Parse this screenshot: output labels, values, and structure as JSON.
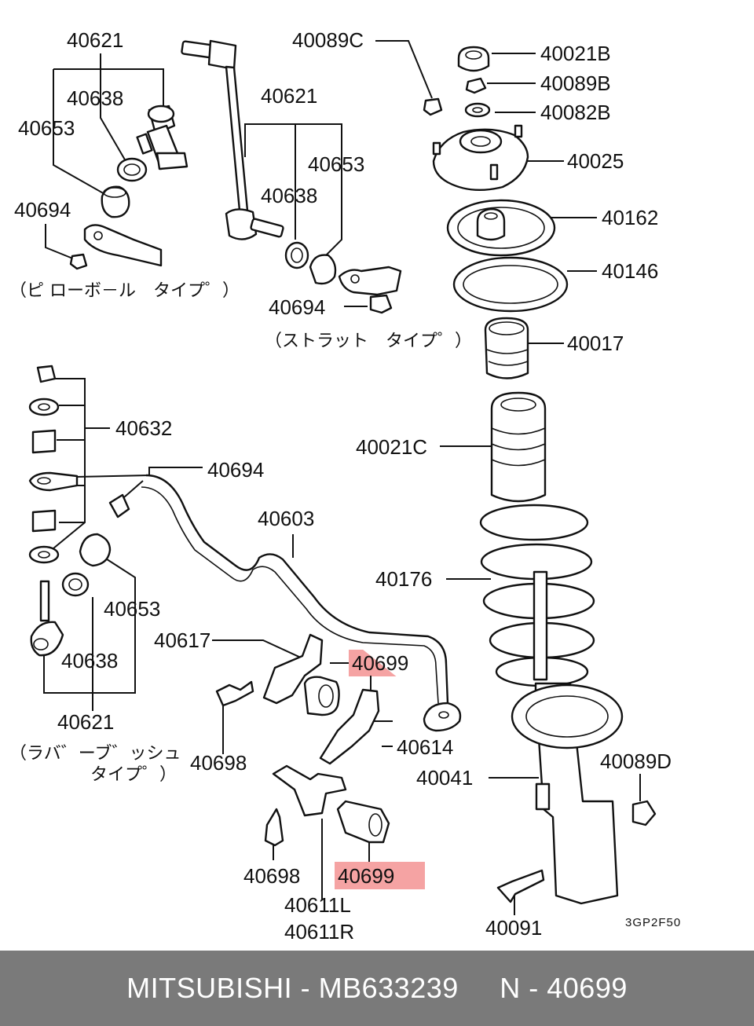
{
  "labels": {
    "l40621a": "40621",
    "l40638a": "40638",
    "l40653a": "40653",
    "l40694a": "40694",
    "l40621b": "40621",
    "l40653b": "40653",
    "l40638b": "40638",
    "l40694b": "40694",
    "l40089c": "40089C",
    "l40021b": "40021B",
    "l40089b": "40089B",
    "l40082b": "40082B",
    "l40025": "40025",
    "l40162": "40162",
    "l40146": "40146",
    "l40017": "40017",
    "l40021c": "40021C",
    "l40176": "40176",
    "l40041": "40041",
    "l40089d": "40089D",
    "l40091": "40091",
    "l40632": "40632",
    "l40694c": "40694",
    "l40603": "40603",
    "l40653c": "40653",
    "l40638c": "40638",
    "l40621c": "40621",
    "l40617": "40617",
    "l40699a": "40699",
    "l40614": "40614",
    "l40698a": "40698",
    "l40698b": "40698",
    "l40699b": "40699",
    "l40611l": "40611L",
    "l40611r": "40611R"
  },
  "notes": {
    "pillowball": "（ピ ローボ－ル　タイプ゜）",
    "strut": "（ストラット　タイプ゜）",
    "rubber1": "（ラバ゛ーブ゛ッシュ",
    "rubber2": "タイプ゜）"
  },
  "diagram_code": "3GP2F50",
  "highlight_color": "#f5a3a3",
  "footer": {
    "text": "MITSUBISHI - MB633239     N - 40699"
  }
}
